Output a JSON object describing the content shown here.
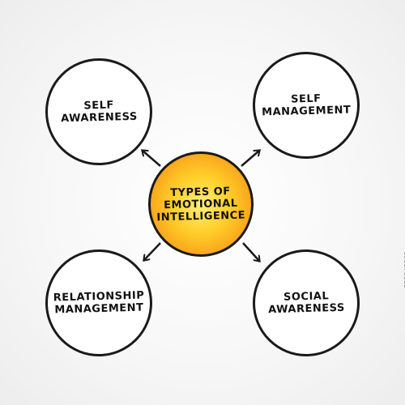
{
  "center": {
    "label": "TYPES OF\nEMOTIONAL\nINTELLIGENCE"
  },
  "nodes": {
    "top_left": "SELF\nAWARENESS",
    "top_right": "SELF\nMANAGEMENT",
    "bottom_left": "RELATIONSHIP\nMANAGEMENT",
    "bottom_right": "SOCIAL\nAWARENESS"
  },
  "stock_id": "725543293",
  "colors": {
    "center_fill": "#f9a21b",
    "outline": "#1a1a1a",
    "node_fill": "#ffffff"
  }
}
